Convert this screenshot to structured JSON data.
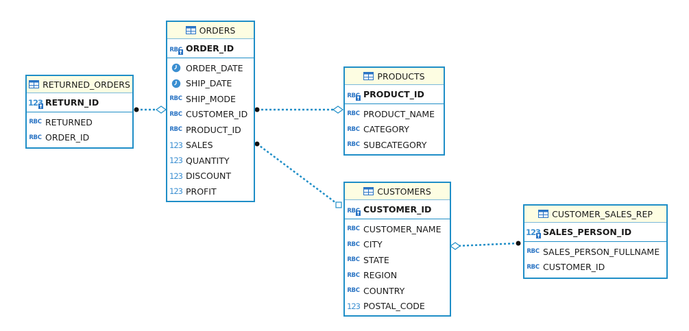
{
  "colors": {
    "border": "#1f8ec7",
    "header_bg": "#fdfde2",
    "link": "#1f8ec7"
  },
  "tables": {
    "orders": {
      "title": "ORDERS",
      "pk": {
        "name": "ORDER_ID",
        "type": "abc-key-icon"
      },
      "columns": [
        {
          "name": "ORDER_DATE",
          "type": "clock-icon"
        },
        {
          "name": "SHIP_DATE",
          "type": "clock-icon"
        },
        {
          "name": "SHIP_MODE",
          "type": "abc-icon"
        },
        {
          "name": "CUSTOMER_ID",
          "type": "abc-icon"
        },
        {
          "name": "PRODUCT_ID",
          "type": "abc-icon"
        },
        {
          "name": "SALES",
          "type": "number-icon"
        },
        {
          "name": "QUANTITY",
          "type": "number-icon"
        },
        {
          "name": "DISCOUNT",
          "type": "number-icon"
        },
        {
          "name": "PROFIT",
          "type": "number-icon"
        }
      ]
    },
    "returned_orders": {
      "title": "RETURNED_ORDERS",
      "pk": {
        "name": "RETURN_ID",
        "type": "number-key-icon"
      },
      "columns": [
        {
          "name": "RETURNED",
          "type": "abc-icon"
        },
        {
          "name": "ORDER_ID",
          "type": "abc-icon"
        }
      ]
    },
    "products": {
      "title": "PRODUCTS",
      "pk": {
        "name": "PRODUCT_ID",
        "type": "abc-key-icon"
      },
      "columns": [
        {
          "name": "PRODUCT_NAME",
          "type": "abc-icon"
        },
        {
          "name": "CATEGORY",
          "type": "abc-icon"
        },
        {
          "name": "SUBCATEGORY",
          "type": "abc-icon"
        }
      ]
    },
    "customers": {
      "title": "CUSTOMERS",
      "pk": {
        "name": "CUSTOMER_ID",
        "type": "abc-key-icon"
      },
      "columns": [
        {
          "name": "CUSTOMER_NAME",
          "type": "abc-icon"
        },
        {
          "name": "CITY",
          "type": "abc-icon"
        },
        {
          "name": "STATE",
          "type": "abc-icon"
        },
        {
          "name": "REGION",
          "type": "abc-icon"
        },
        {
          "name": "COUNTRY",
          "type": "abc-icon"
        },
        {
          "name": "POSTAL_CODE",
          "type": "number-icon"
        }
      ]
    },
    "customer_sales_rep": {
      "title": "CUSTOMER_SALES_REP",
      "pk": {
        "name": "SALES_PERSON_ID",
        "type": "number-key-icon"
      },
      "columns": [
        {
          "name": "SALES_PERSON_FULLNAME",
          "type": "abc-icon"
        },
        {
          "name": "CUSTOMER_ID",
          "type": "abc-icon"
        }
      ]
    }
  },
  "relationships": [
    {
      "from": "returned_orders",
      "to": "orders"
    },
    {
      "from": "orders",
      "to": "products"
    },
    {
      "from": "orders",
      "to": "customers"
    },
    {
      "from": "customer_sales_rep",
      "to": "customers"
    }
  ]
}
